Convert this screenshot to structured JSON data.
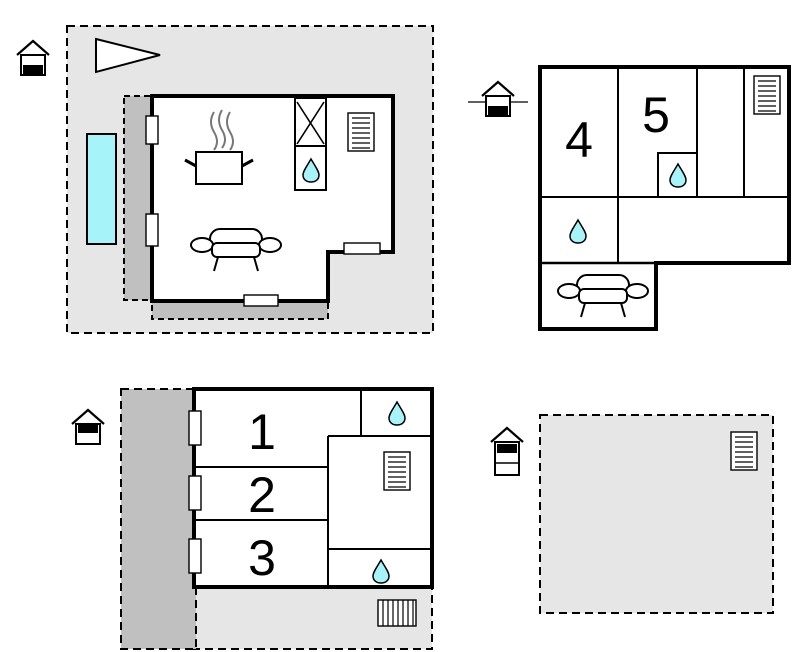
{
  "room_labels": {
    "r1": "1",
    "r2": "2",
    "r3": "3",
    "r4": "4",
    "r5": "5"
  },
  "icons": {
    "floor_indicator": "house-floor-icon",
    "stairs": "stairs-icon",
    "kitchen": "cooking-pot-icon",
    "living": "sofa-icon",
    "bathroom": "water-drop-icon",
    "fireplace": "fireplace-icon",
    "heater": "radiator-icon",
    "pool": "pool-icon",
    "north": "north-arrow-icon"
  },
  "colors": {
    "wall": "#000000",
    "outdoor_area": "#e6e6e6",
    "terrace": "#c0c0c0",
    "pool": "#a6f4fa",
    "drop": "#a6f4fa",
    "steam": "#777777"
  }
}
